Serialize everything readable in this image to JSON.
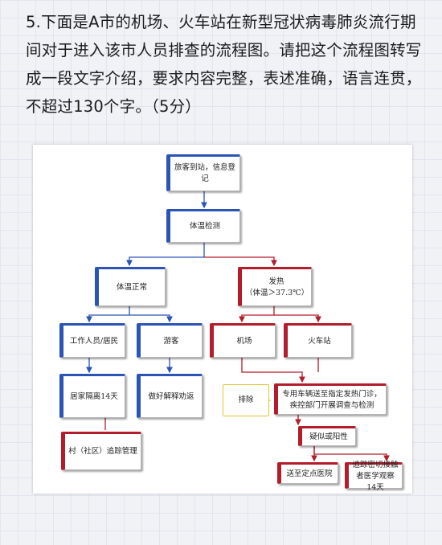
{
  "question": "5.下面是A市的机场、火车站在新型冠状病毒肺炎流行期间对于进入该市人员排查的流程图。请把这个流程图转写成一段文字介绍，要求内容完整，表述准确，语言连贯，不超过130个字。（5分）",
  "flowchart": {
    "arrival": "旅客到站，信息登记",
    "temp_check": "体温检测",
    "normal": "体温正常",
    "fever": "发热",
    "fever_note": "（体温＞37.3℃）",
    "staff": "工作人员/居民",
    "tourist": "游客",
    "airport": "机场",
    "station": "火车站",
    "home_quarantine": "居家隔离14天",
    "persuade": "做好解释劝返",
    "exclude": "排除",
    "transfer": "专用车辆送至指定发热门诊，疾控部门开展调查与检测",
    "suspected": "疑似或阳性",
    "community": "村（社区）追踪管理",
    "hospital": "送至定点医院",
    "trace": "追踪密切接触者医学观察14天"
  },
  "colors": {
    "normal_path": "#2a54b5",
    "fever_path": "#b31c2a",
    "exclude_path": "#e6c33a"
  }
}
